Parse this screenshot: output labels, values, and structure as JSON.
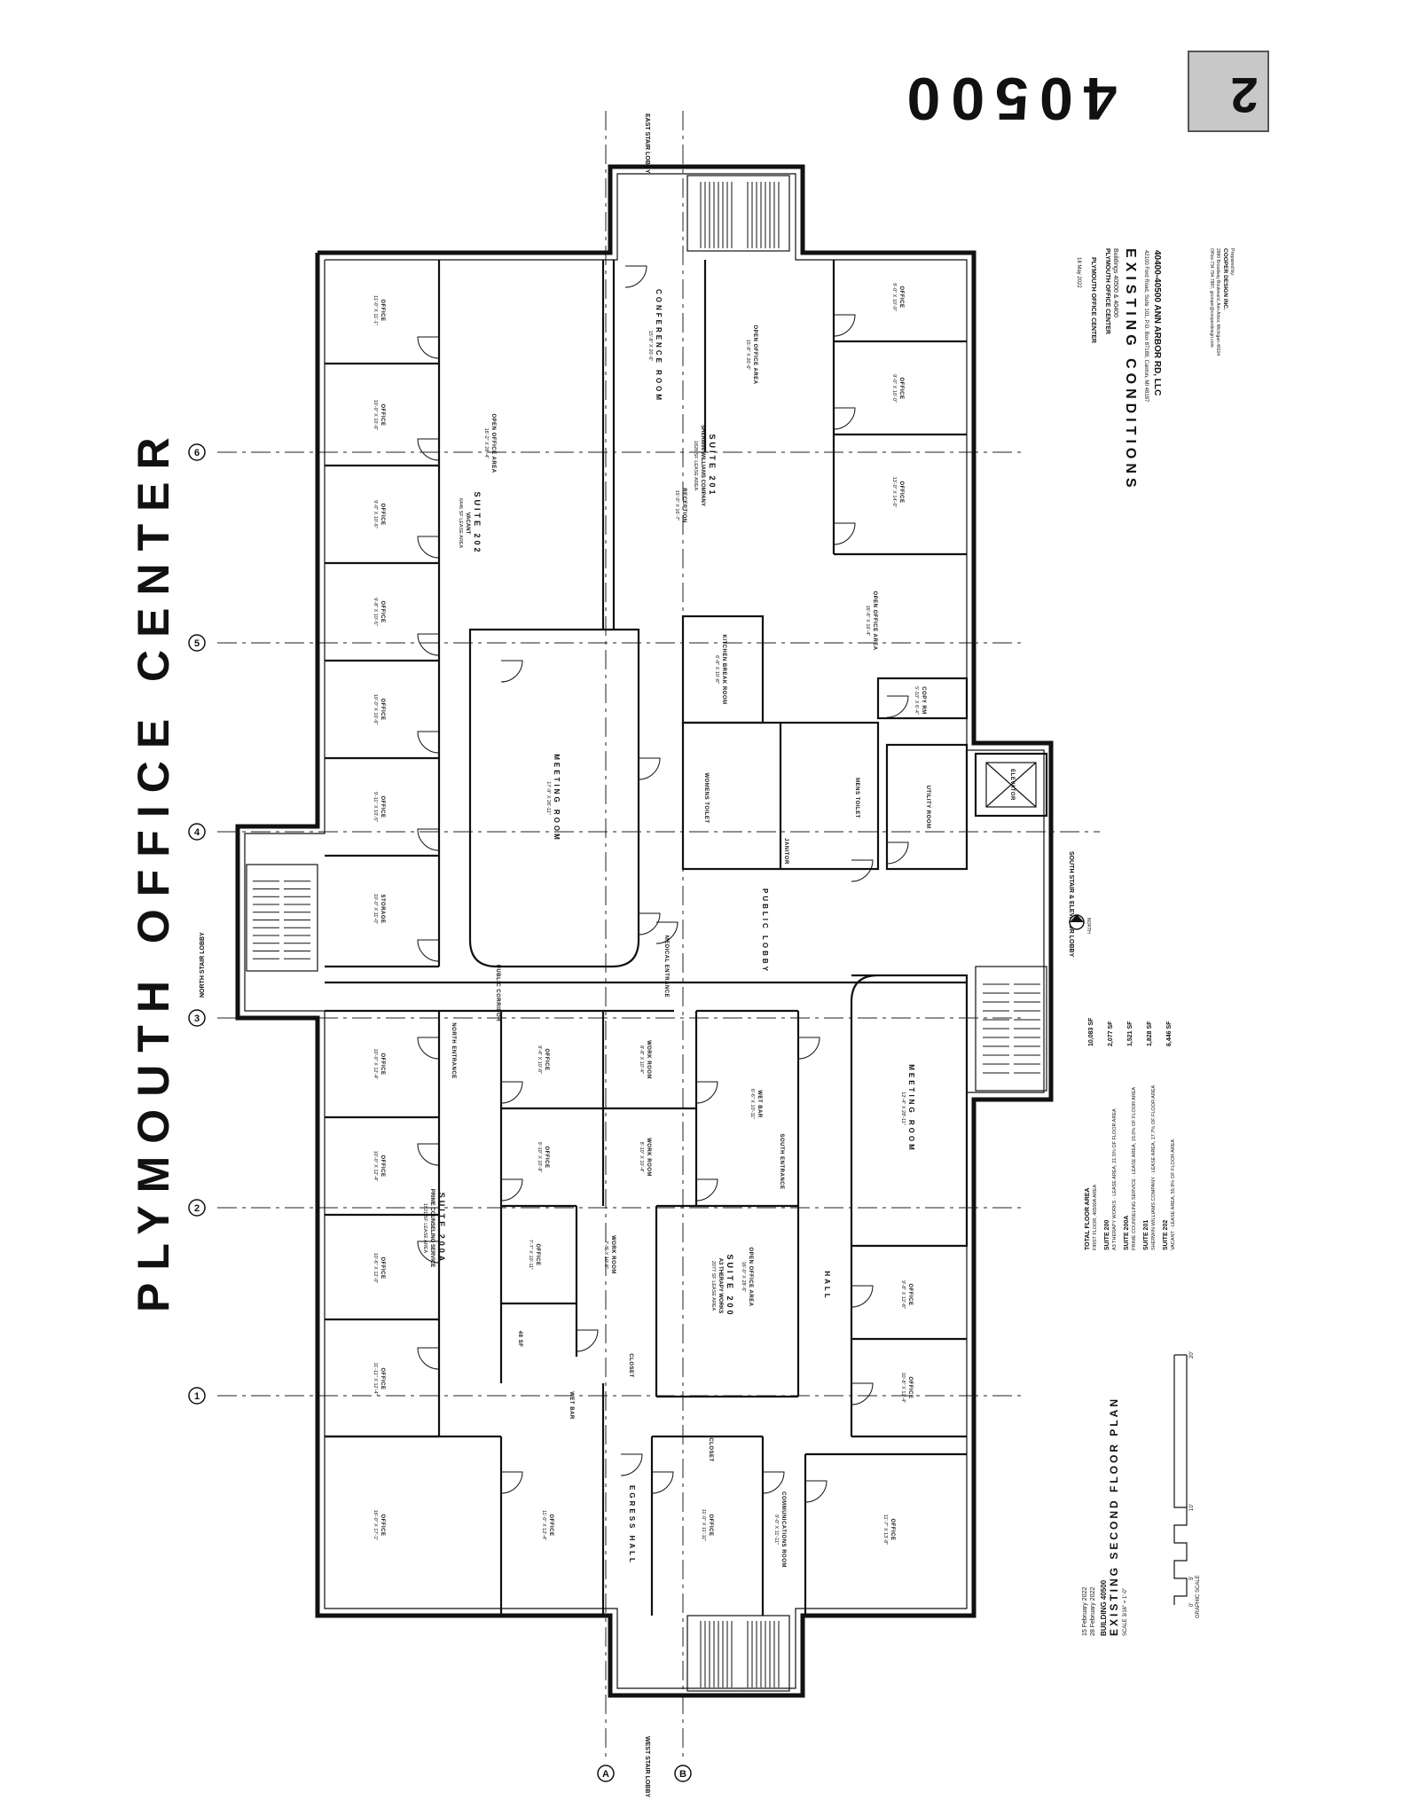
{
  "sheet": {
    "title": "PLYMOUTH OFFICE CENTER",
    "building_number": "40500",
    "sheet_number": "2"
  },
  "title_block": {
    "date": "18 May 2022",
    "project": "PLYMOUTH OFFICE CENTER",
    "buildings": "Buildings 40500 & 40400",
    "heading": "EXISTING CONDITIONS",
    "owner": "40400-40500 ANN ARBOR RD, LLC",
    "owner_address": "42100 Ford Road, Suite 101, P.O. Box 87189, Canton, MI 48187",
    "prepared_by": "Prepared by:",
    "firm": "COOPER DESIGN INC.",
    "firm_address": "2880 Broadway Boulevard, Ann Arbor, Michigan 48104",
    "firm_contact": "Office 734.794.7887, gcooper@cooperdesign.com"
  },
  "drawing_info": {
    "date1": "15 February 2022",
    "date2": "28 February 2022",
    "building": "BUILDING 40500",
    "title": "EXISTING SECOND FLOOR PLAN",
    "scale": "SCALE 3/16\" = 1'-0\"",
    "graphic_scale_label": "GRAPHIC SCALE",
    "scale_marks": [
      "0'",
      "5'",
      "10'",
      "20'"
    ]
  },
  "area_summary": [
    {
      "label": "TOTAL FLOOR AREA",
      "sub": "FIRST FLOOR, 40500A AREA",
      "value": "10,083 SF"
    },
    {
      "label": "SUITE 200",
      "sub": "A3 THERAPY WORKS · LEASE AREA, 21.5% OF FLOOR AREA",
      "value": "2,077 SF"
    },
    {
      "label": "SUITE 200A",
      "sub": "PRIME COUNSELING SERVICE · LEASE AREA, 15.0% OF FLOOR AREA",
      "value": "1,521 SF"
    },
    {
      "label": "SUITE 201",
      "sub": "SHERWIN-WILLIAMS COMPANY · LEASE AREA, 17.7% OF FLOOR AREA",
      "value": "1,828 SF"
    },
    {
      "label": "SUITE 202",
      "sub": "VACANT · LEASE AREA, 55.9% OF FLOOR AREA",
      "value": "6,446 SF"
    }
  ],
  "grid_labels": {
    "columns": [
      "1",
      "2",
      "3",
      "4",
      "5",
      "6"
    ],
    "rows": [
      "A",
      "B"
    ]
  },
  "orientation_labels": {
    "east": "EAST STAIR LOBBY",
    "west": "WEST STAIR LOBBY",
    "north": "NORTH STAIR LOBBY",
    "south": "SOUTH STAIR & ELEVATOR LOBBY",
    "north_arrow": "NORTH"
  },
  "suites": [
    {
      "name": "SUITE 202",
      "tenant": "VACANT",
      "area": "6446 SF LEASE AREA"
    },
    {
      "name": "SUITE 201",
      "tenant": "SHERWIN-WILLIAMS COMPANY",
      "area": "1828 SF LEASE AREA"
    },
    {
      "name": "SUITE 200A",
      "tenant": "PRIME COUNSELING SERVICE",
      "area": "1521 SF LEASE AREA"
    },
    {
      "name": "SUITE 200",
      "tenant": "A3 THERAPY WORKS",
      "area": "2077 SF LEASE AREA"
    }
  ],
  "rooms": {
    "r01": {
      "name": "OFFICE",
      "dim": "11'-0\" X 11'-1\""
    },
    "r02": {
      "name": "OFFICE",
      "dim": "10'-0\" X 10'-6\""
    },
    "r03": {
      "name": "OFFICE",
      "dim": "9'-0\" X 10'-6\""
    },
    "r04": {
      "name": "OFFICE",
      "dim": "9'-8\" X 10'-5\""
    },
    "r05": {
      "name": "OFFICE",
      "dim": "10'-0\" X 10'-6\""
    },
    "r06": {
      "name": "OFFICE",
      "dim": "9'-11\" X 10'-5\""
    },
    "r07": {
      "name": "STORAGE",
      "dim": "10'-0\" X 11'-0\""
    },
    "r08": {
      "name": "OPEN OFFICE AREA",
      "dim": "16'-2\" X 28'-4\""
    },
    "r09": {
      "name": "MEETING ROOM",
      "dim": "17'-9\" X 26'-11\""
    },
    "r10": {
      "name": "CONFERENCE ROOM",
      "dim": "15'-8\" X 20'-6\""
    },
    "r11": {
      "name": "OPEN OFFICE AREA",
      "dim": "15'-8\" X 20'-6\""
    },
    "r12": {
      "name": "RECEPTION",
      "dim": "15'-0\" X 16'-7\""
    },
    "r13": {
      "name": "OFFICE",
      "dim": "9'-0\" X 10'-0\""
    },
    "r14": {
      "name": "OFFICE",
      "dim": "9'-0\" X 10'-0\""
    },
    "r15": {
      "name": "OFFICE",
      "dim": "13'-0\" X 14'-0\""
    },
    "r16": {
      "name": "OPEN OFFICE AREA",
      "dim": "16'-6\" X 16'-4\""
    },
    "r17": {
      "name": "KITCHEN BREAK ROOM",
      "dim": "6'-8\" X 10'-8\""
    },
    "r18": {
      "name": "COPY RM",
      "dim": "5'-10\" X 6'-4\""
    },
    "r19": {
      "name": "WOMENS TOILET",
      "dim": ""
    },
    "r20": {
      "name": "MENS TOILET",
      "dim": ""
    },
    "r21": {
      "name": "JANITOR",
      "dim": ""
    },
    "r22": {
      "name": "UTILITY ROOM",
      "dim": ""
    },
    "r23": {
      "name": "ELEVATOR",
      "dim": ""
    },
    "r24": {
      "name": "PUBLIC LOBBY",
      "dim": ""
    },
    "r25": {
      "name": "PUBLIC CORRIDOR",
      "dim": ""
    },
    "r26": {
      "name": "MEDICAL ENTRANCE",
      "dim": ""
    },
    "r27": {
      "name": "NORTH ENTRANCE",
      "dim": ""
    },
    "r28": {
      "name": "SOUTH ENTRANCE",
      "dim": ""
    },
    "r29": {
      "name": "OFFICE",
      "dim": "10'-0\" X 12'-4\""
    },
    "r30": {
      "name": "OFFICE",
      "dim": "10'-0\" X 12'-4\""
    },
    "r31": {
      "name": "OFFICE",
      "dim": "10'-6\" X 12'-0\""
    },
    "r32": {
      "name": "OFFICE",
      "dim": "11'-11\" X 12'-4\""
    },
    "r33": {
      "name": "OFFICE",
      "dim": "9'-4\" X 10'-8\""
    },
    "r34": {
      "name": "OFFICE",
      "dim": "9'-10\" X 10'-8\""
    },
    "r35": {
      "name": "WORK ROOM",
      "dim": "8'-8\" X 10'-4\""
    },
    "r36": {
      "name": "WORK ROOM",
      "dim": "8'-10\" X 10'-4\""
    },
    "r37": {
      "name": "WET BAR",
      "dim": "6'-6\" X 10'-11\""
    },
    "r38": {
      "name": "MEETING ROOM",
      "dim": "12'-4\" X 28'-11\""
    },
    "r39": {
      "name": "OFFICE",
      "dim": "7'-7\" X 10'-11\""
    },
    "r40": {
      "name": "48 SF",
      "dim": ""
    },
    "r41": {
      "name": "WORK ROOM",
      "dim": "7'-8\" X 10'-8\""
    },
    "r42": {
      "name": "OPEN OFFICE AREA",
      "dim": "16'-0\" X 28'-6\""
    },
    "r43": {
      "name": "HALL",
      "dim": ""
    },
    "r44": {
      "name": "OFFICE",
      "dim": "9'-8\" X 12'-8\""
    },
    "r45": {
      "name": "OFFICE",
      "dim": "10'-8\" X 12'-4\""
    },
    "r46": {
      "name": "CLOSET",
      "dim": ""
    },
    "r47": {
      "name": "WET BAR",
      "dim": ""
    },
    "r48": {
      "name": "OFFICE",
      "dim": "16'-0\" X 17'-1\""
    },
    "r49": {
      "name": "OFFICE",
      "dim": "11'-0\" X 12'-4\""
    },
    "r50": {
      "name": "EGRESS HALL",
      "dim": ""
    },
    "r51": {
      "name": "OFFICE",
      "dim": "11'-0\" X 11'-11\""
    },
    "r52": {
      "name": "CLOSET",
      "dim": ""
    },
    "r53": {
      "name": "COMMUNICATIONS ROOM",
      "dim": "9'-0\" X 11'-11\""
    },
    "r54": {
      "name": "OFFICE",
      "dim": "11'-7\" X 13'-8\""
    }
  }
}
